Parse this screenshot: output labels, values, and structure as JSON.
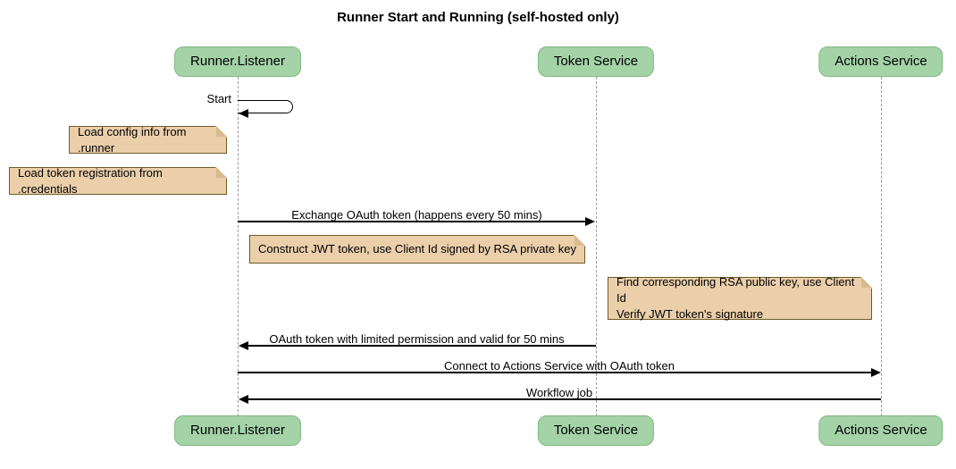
{
  "title": "Runner Start and Running (self-hosted only)",
  "actors": [
    {
      "name": "Runner.Listener"
    },
    {
      "name": "Token Service"
    },
    {
      "name": "Actions Service"
    }
  ],
  "messages": [
    {
      "label": "Start",
      "from": "Runner.Listener",
      "to": "Runner.Listener",
      "type": "self"
    },
    {
      "label": "Exchange OAuth token (happens every 50 mins)",
      "from": "Runner.Listener",
      "to": "Token Service",
      "type": "solid-arrow"
    },
    {
      "label": "OAuth token with limited permission and valid for 50 mins",
      "from": "Token Service",
      "to": "Runner.Listener",
      "type": "solid-arrow"
    },
    {
      "label": "Connect to Actions Service with OAuth token",
      "from": "Runner.Listener",
      "to": "Actions Service",
      "type": "solid-arrow"
    },
    {
      "label": "Workflow job",
      "from": "Actions Service",
      "to": "Runner.Listener",
      "type": "solid-arrow"
    }
  ],
  "notes": [
    {
      "text": "Load config info from .runner",
      "position": "left of Runner.Listener"
    },
    {
      "text": "Load token registration from .credentials",
      "position": "left of Runner.Listener"
    },
    {
      "text": "Construct JWT token, use Client Id signed by RSA private key",
      "position": "over Runner.Listener and Token Service"
    },
    {
      "text": "Find corresponding RSA public key, use Client Id\nVerify JWT token's signature",
      "position": "right of Token Service"
    }
  ],
  "colors": {
    "actor_fill": "#a4d3a8",
    "actor_border": "#7fb77f",
    "note_fill": "#ebcfab",
    "note_border": "#6f5b29",
    "lifeline": "#999999",
    "message_line": "#000000"
  }
}
